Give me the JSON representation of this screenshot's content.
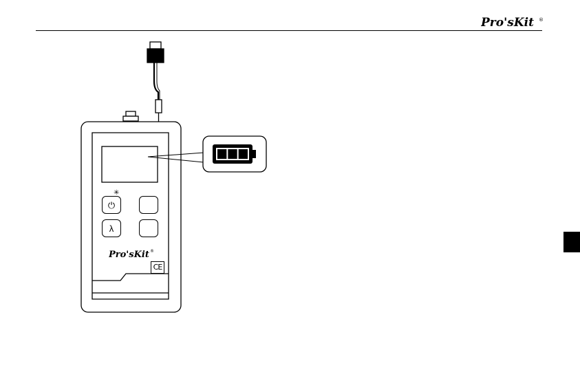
{
  "header": {
    "brand": "Pro'sKit",
    "registered": "®"
  },
  "device": {
    "brand": "Pro'sKit",
    "registered": "®",
    "ce_mark": "CE",
    "buttons": {
      "power": "⏻",
      "lambda": "λ",
      "backlight": "✳"
    }
  },
  "callout": {
    "battery_segments": 3,
    "battery_level": 1.0
  },
  "colors": {
    "ink": "#000000",
    "paper": "#ffffff"
  }
}
